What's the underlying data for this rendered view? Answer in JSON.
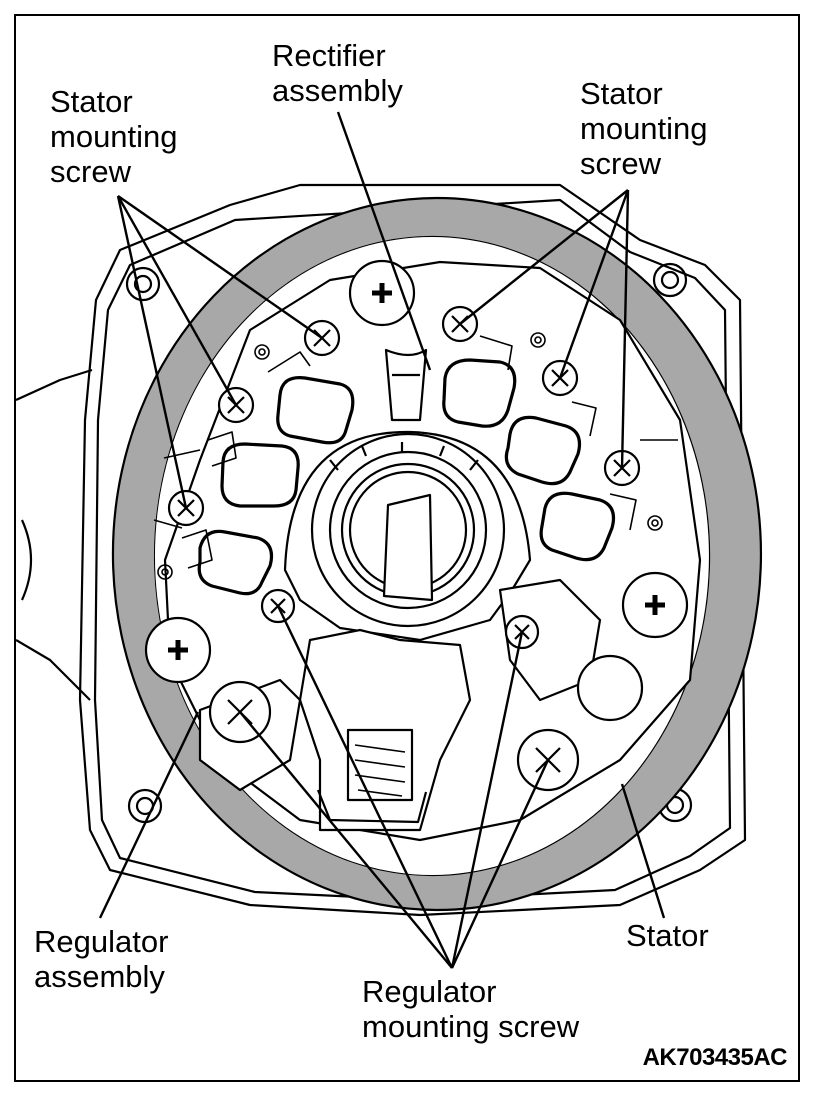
{
  "labels": {
    "rectifier_assembly": "Rectifier\nassembly",
    "stator_screw_left": "Stator\nmounting\nscrew",
    "stator_screw_right": "Stator\nmounting\nscrew",
    "regulator_assembly": "Regulator\nassembly",
    "stator": "Stator",
    "regulator_screw": "Regulator\nmounting screw"
  },
  "figure_code": "AK703435AC",
  "colors": {
    "line": "#000000",
    "stator_ring": "#a8a8a8",
    "background": "#ffffff"
  }
}
